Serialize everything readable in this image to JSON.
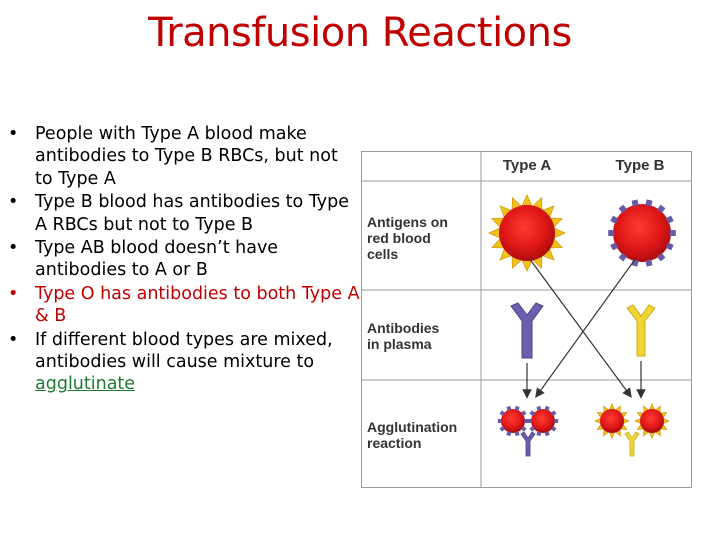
{
  "slide": {
    "title": "Transfusion Reactions",
    "bullets": [
      {
        "text": "People with Type A blood make antibodies to Type B RBCs, but not to Type A",
        "highlight": false
      },
      {
        "text": "Type B blood has antibodies to Type A RBCs but not to Type B",
        "highlight": false
      },
      {
        "text": "Type AB blood doesn’t have antibodies to A or B",
        "highlight": false
      },
      {
        "text": "Type O has antibodies to both Type A & B",
        "highlight": true
      },
      {
        "text_before_link": "If different blood types are mixed, antibodies will cause mixture to ",
        "link": "agglutinate",
        "highlight": false
      }
    ]
  },
  "figure": {
    "columns": [
      "Type A",
      "Type B"
    ],
    "rows": [
      {
        "label_lines": [
          "Antigens on",
          "red blood",
          "cells"
        ]
      },
      {
        "label_lines": [
          "Antibodies",
          "in plasma"
        ]
      },
      {
        "label_lines": [
          "Agglutination",
          "reaction"
        ]
      }
    ]
  },
  "colors": {
    "title": "#c00000",
    "highlight_bullet": "#c00000",
    "link": "#1e7a30",
    "rbc": "#e01818",
    "antigen_a": "#f2c21b",
    "antigen_b": "#6a5aa6",
    "antibody_a": "#f0d634",
    "antibody_b": "#6e5fae"
  }
}
